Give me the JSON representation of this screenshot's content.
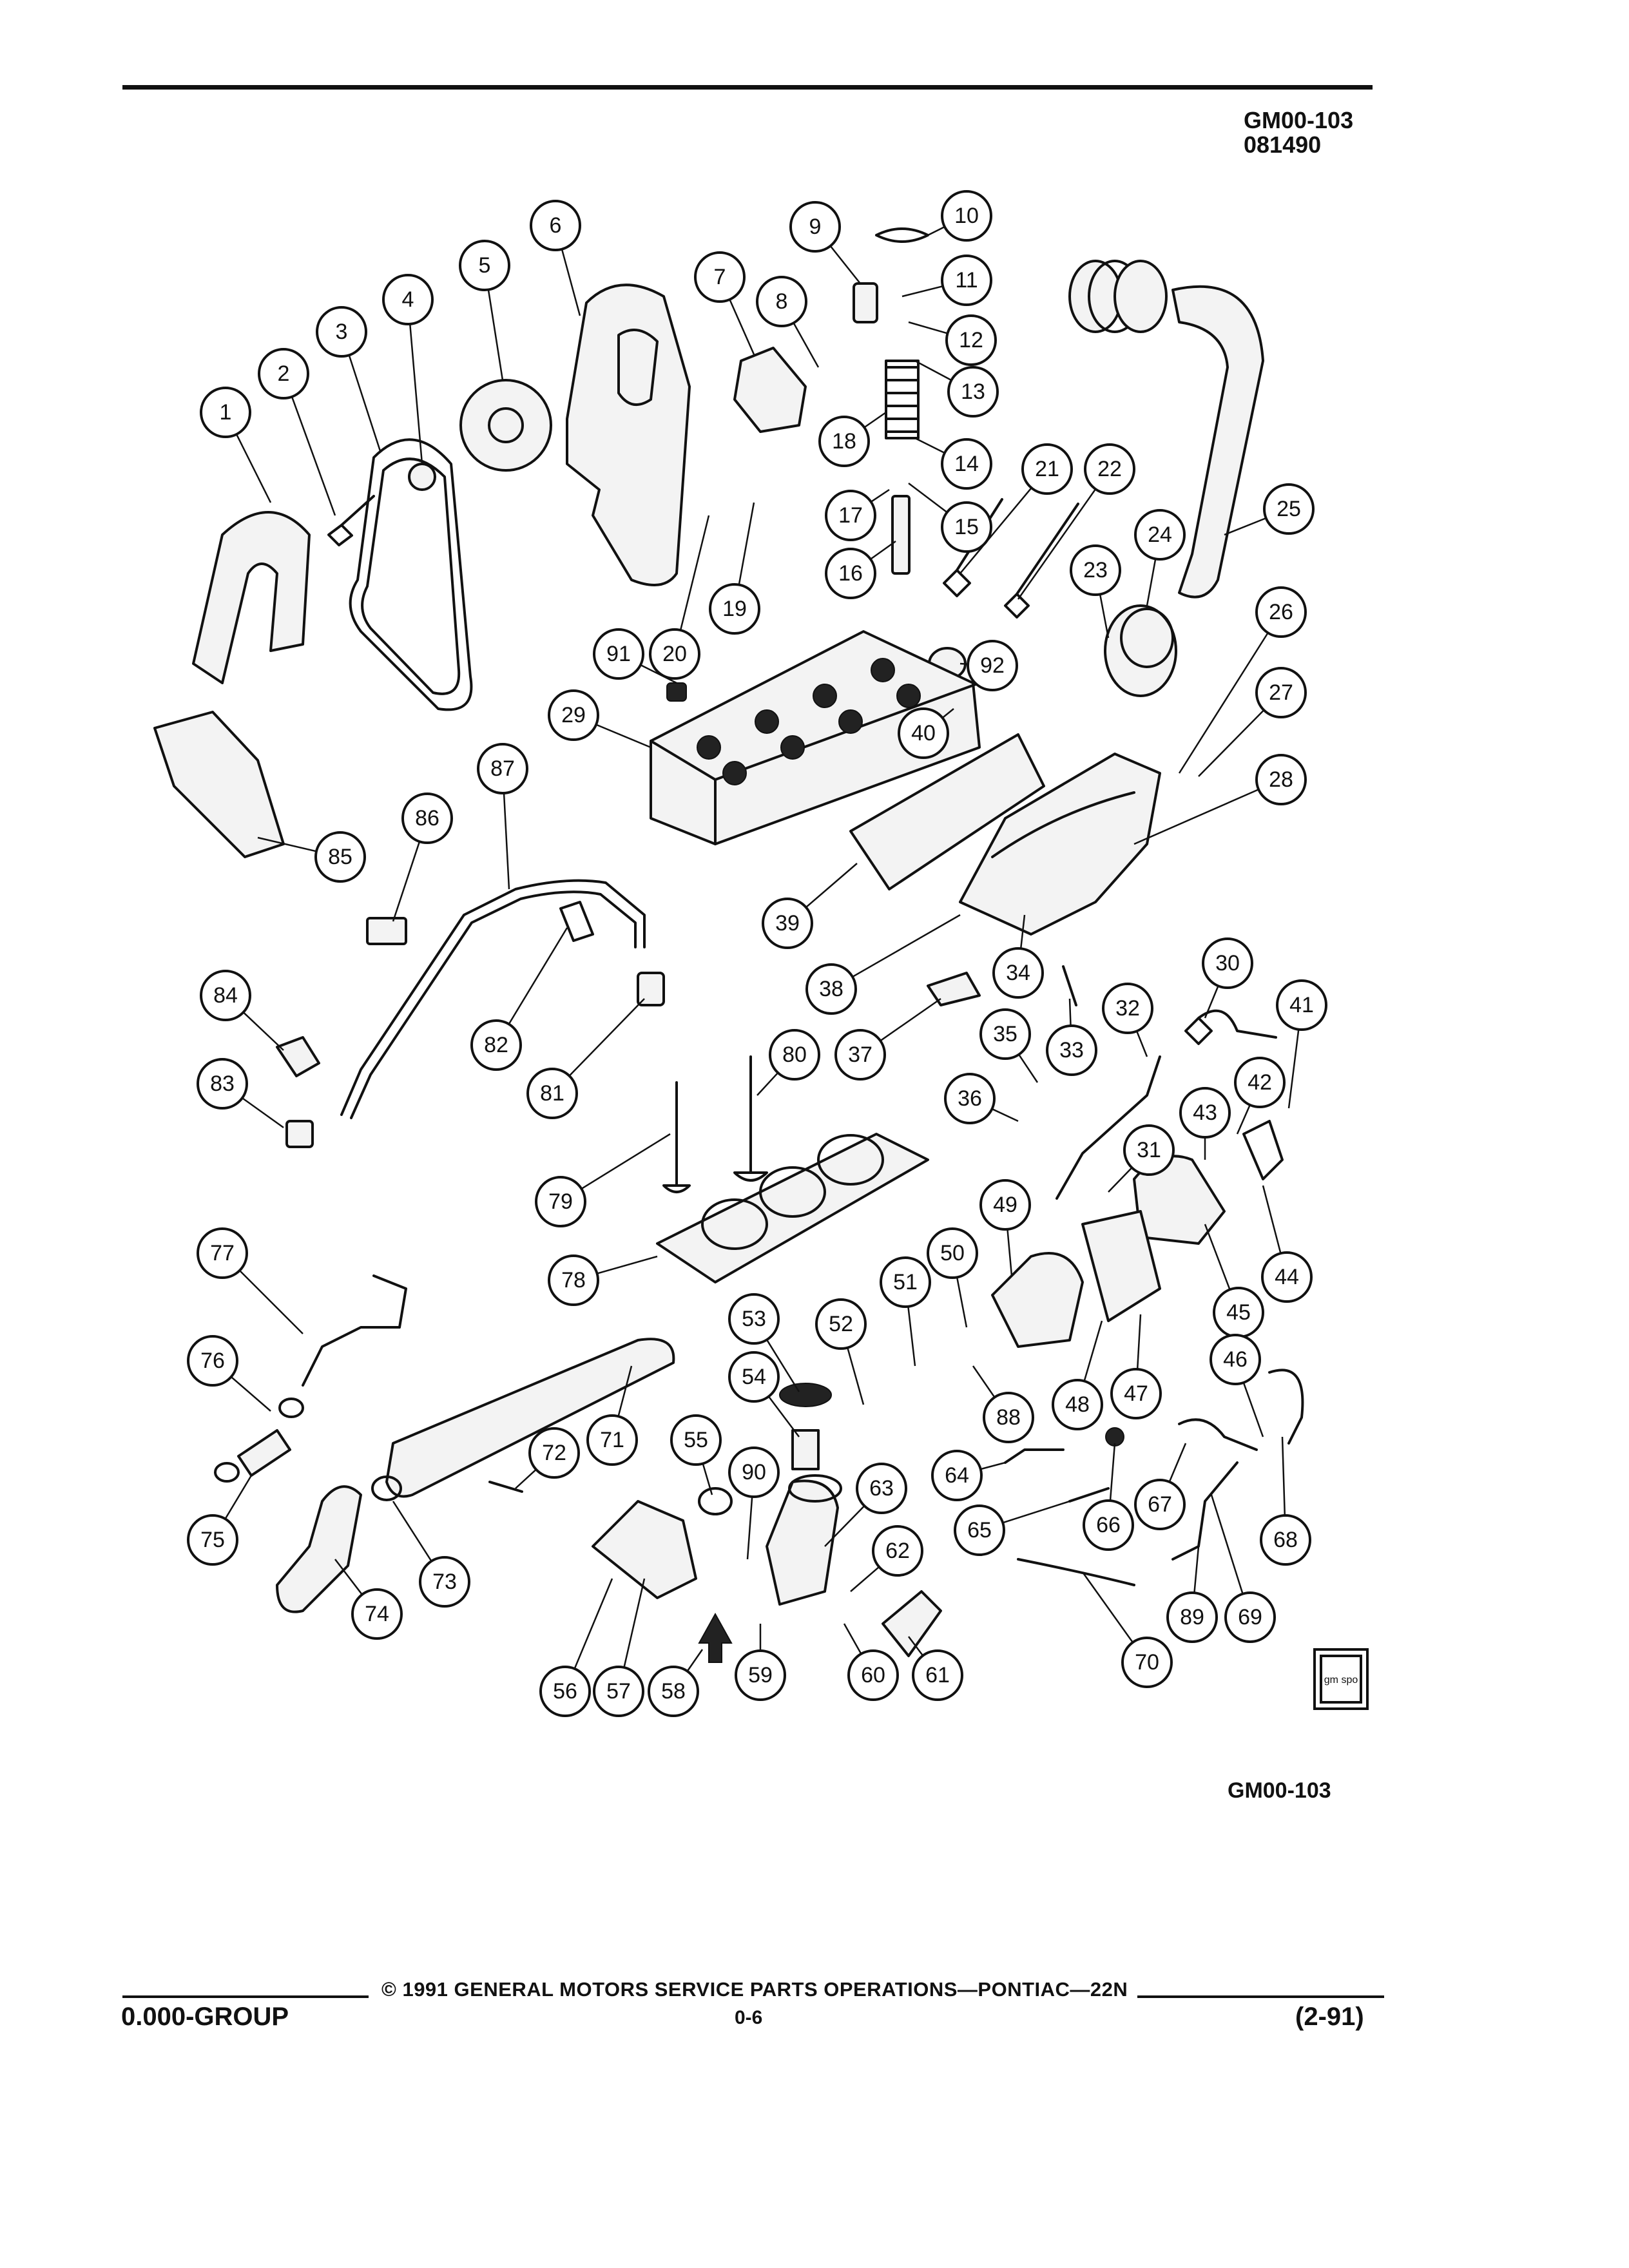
{
  "header": {
    "doc_code": "GM00-103",
    "doc_date": "081490"
  },
  "figure": {
    "figure_id": "GM00-103",
    "badge_text": "gm spo",
    "callouts": [
      "1",
      "2",
      "3",
      "4",
      "5",
      "6",
      "7",
      "8",
      "9",
      "10",
      "11",
      "12",
      "13",
      "14",
      "15",
      "16",
      "17",
      "18",
      "19",
      "20",
      "21",
      "22",
      "23",
      "24",
      "25",
      "26",
      "27",
      "28",
      "29",
      "30",
      "31",
      "32",
      "33",
      "34",
      "35",
      "36",
      "37",
      "38",
      "39",
      "40",
      "41",
      "42",
      "43",
      "44",
      "45",
      "46",
      "47",
      "48",
      "49",
      "50",
      "51",
      "52",
      "53",
      "54",
      "55",
      "56",
      "57",
      "58",
      "59",
      "60",
      "61",
      "62",
      "63",
      "64",
      "65",
      "66",
      "67",
      "68",
      "69",
      "70",
      "71",
      "72",
      "73",
      "74",
      "75",
      "76",
      "77",
      "78",
      "79",
      "80",
      "81",
      "82",
      "83",
      "84",
      "85",
      "86",
      "87",
      "88",
      "89",
      "90",
      "91",
      "92"
    ]
  },
  "footer": {
    "copyright": "© 1991 GENERAL MOTORS SERVICE PARTS OPERATIONS—PONTIAC—22N",
    "group": "0.000-GROUP",
    "page_number": "0-6",
    "revision": "(2-91)"
  }
}
